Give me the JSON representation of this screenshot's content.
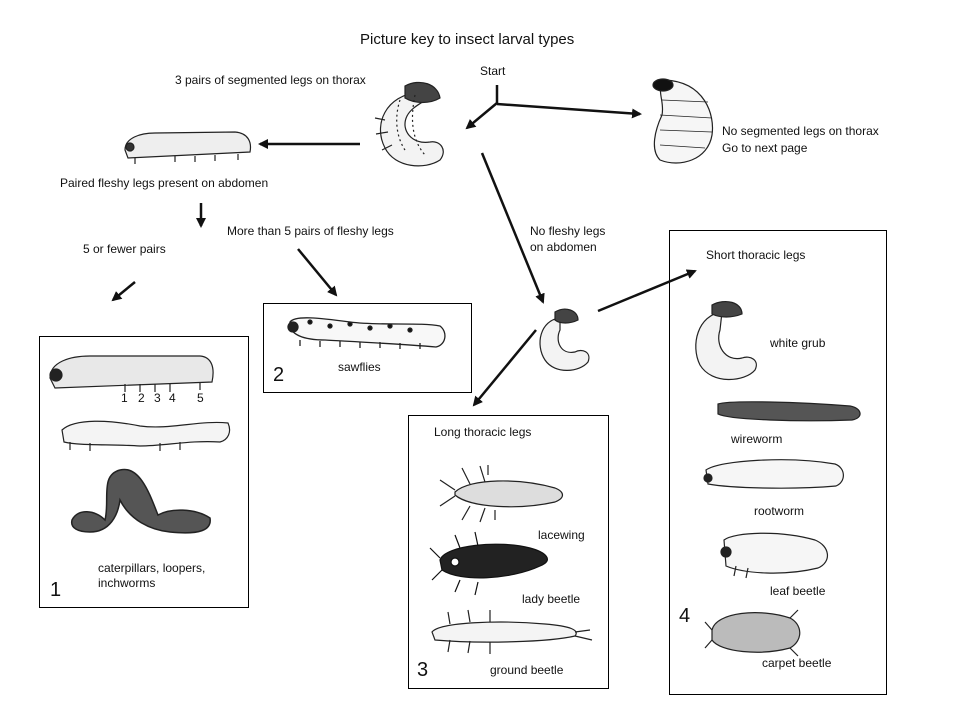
{
  "title": "Picture key to insect  larval types",
  "start": "Start",
  "thorax_legs": "3 pairs of segmented legs on thorax",
  "no_segmented_legs": [
    "No segmented legs on thorax",
    "Go to next page"
  ],
  "paired_fleshy": "Paired fleshy legs present on abdomen",
  "five_or_fewer": "5 or fewer pairs",
  "more_than_five": "More than 5 pairs of fleshy legs",
  "no_fleshy": [
    "No fleshy legs",
    "on abdomen"
  ],
  "short_thoracic": "Short thoracic legs",
  "long_thoracic": "Long thoracic legs",
  "box1": {
    "number": "1",
    "leg_numbers": [
      "1",
      "2",
      "3",
      "4",
      "5"
    ],
    "label": [
      "caterpillars, loopers,",
      "inchworms"
    ]
  },
  "box2": {
    "number": "2",
    "label": "sawflies"
  },
  "box3": {
    "number": "3",
    "labels": [
      "lacewing",
      "lady beetle",
      "ground beetle"
    ]
  },
  "box4": {
    "number": "4",
    "labels": [
      "white grub",
      "wireworm",
      "rootworm",
      "leaf beetle",
      "carpet beetle"
    ]
  },
  "colors": {
    "ink": "#111111",
    "background": "#ffffff"
  }
}
